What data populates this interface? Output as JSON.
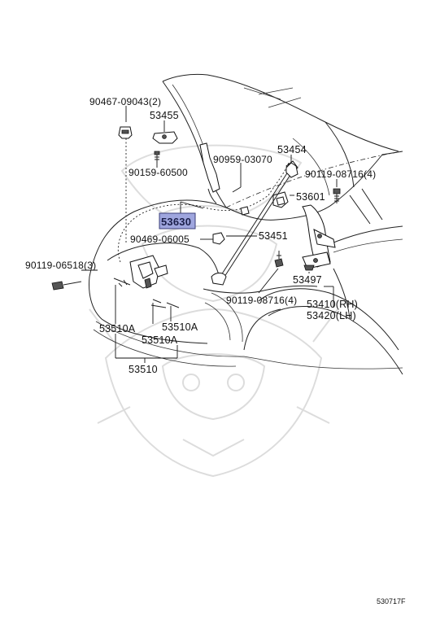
{
  "diagram": {
    "highlight_color": "#9fa6de",
    "callouts": {
      "cap_grommet": "90467-09043(2)",
      "hook_bracket": "53455",
      "screw_center": "90159-60500",
      "clip_cable": "90959-03070",
      "hood_stay": "53454",
      "bolt_right_top": "90119-08716(4)",
      "hood_stay_holder": "53601",
      "release_cable": "53630",
      "clip_lower": "90469-06005",
      "support_rod": "53451",
      "bolt_left": "90119-06518(3)",
      "bolt_lower": "90119-08716(4)",
      "hinge_bracket": "53497",
      "hinge_rh": "53410(RH)",
      "hinge_lh": "53420(LH)",
      "lock_a1": "53510A",
      "lock_a2": "53510A",
      "lock_a3": "53510A",
      "lock_assembly": "53510"
    },
    "reference_code": "530717F"
  }
}
